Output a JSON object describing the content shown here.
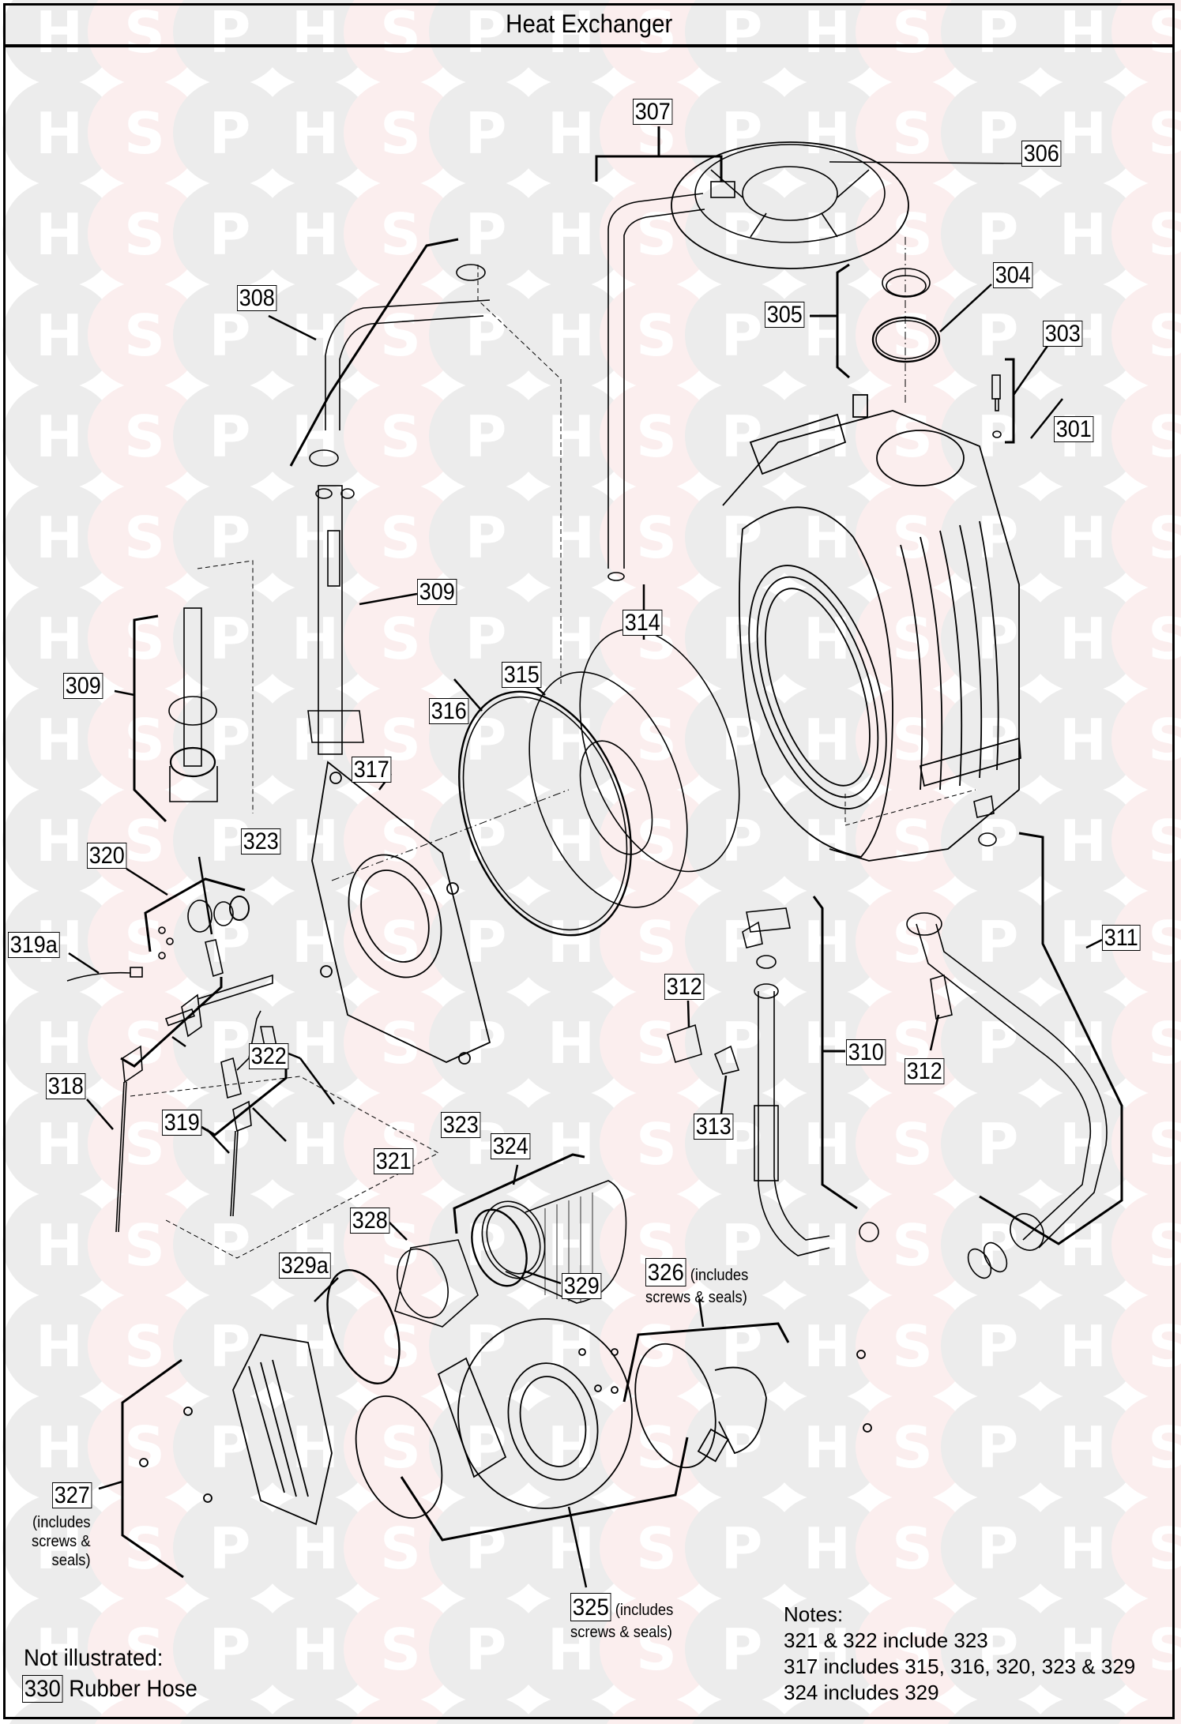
{
  "title": "Heat Exchanger",
  "watermark": {
    "letters": [
      "H",
      "S",
      "P"
    ],
    "grey": "#ececec",
    "pink": "#fbeeee"
  },
  "callouts": [
    {
      "id": "c301",
      "label": "301"
    },
    {
      "id": "c303",
      "label": "303"
    },
    {
      "id": "c304",
      "label": "304"
    },
    {
      "id": "c305",
      "label": "305"
    },
    {
      "id": "c306",
      "label": "306"
    },
    {
      "id": "c307",
      "label": "307"
    },
    {
      "id": "c308",
      "label": "308"
    },
    {
      "id": "c309a",
      "label": "309"
    },
    {
      "id": "c309b",
      "label": "309"
    },
    {
      "id": "c310",
      "label": "310"
    },
    {
      "id": "c311",
      "label": "311"
    },
    {
      "id": "c312a",
      "label": "312"
    },
    {
      "id": "c312b",
      "label": "312"
    },
    {
      "id": "c313",
      "label": "313"
    },
    {
      "id": "c314",
      "label": "314"
    },
    {
      "id": "c315",
      "label": "315"
    },
    {
      "id": "c316",
      "label": "316"
    },
    {
      "id": "c317",
      "label": "317"
    },
    {
      "id": "c318",
      "label": "318"
    },
    {
      "id": "c319",
      "label": "319"
    },
    {
      "id": "c319a",
      "label": "319a"
    },
    {
      "id": "c320",
      "label": "320"
    },
    {
      "id": "c321",
      "label": "321"
    },
    {
      "id": "c322",
      "label": "322"
    },
    {
      "id": "c323a",
      "label": "323"
    },
    {
      "id": "c323b",
      "label": "323"
    },
    {
      "id": "c324",
      "label": "324"
    },
    {
      "id": "c328",
      "label": "328"
    },
    {
      "id": "c329",
      "label": "329"
    },
    {
      "id": "c329a",
      "label": "329a"
    }
  ],
  "annotated": {
    "p325": {
      "label": "325",
      "suffix": "(includes",
      "line2": "screws & seals)"
    },
    "p326": {
      "label": "326",
      "suffix": "(includes",
      "line2": "screws & seals)"
    },
    "p327": {
      "label": "327",
      "line1": "(includes",
      "line2": "screws &",
      "line3": "seals)"
    }
  },
  "not_illustrated": {
    "heading": "Not illustrated:",
    "items": [
      {
        "label": "330",
        "text": "Rubber Hose"
      }
    ]
  },
  "notes": {
    "heading": "Notes:",
    "lines": [
      "321 & 322 include 323",
      "317 includes 315, 316, 320, 323 & 329",
      "324 includes 329"
    ]
  }
}
